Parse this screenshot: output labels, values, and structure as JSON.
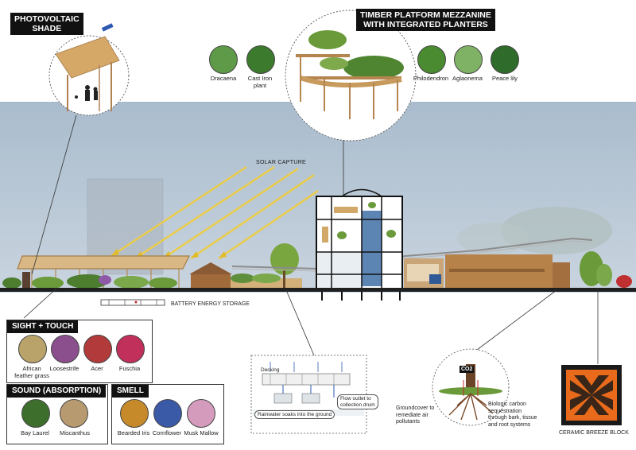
{
  "labels": {
    "photovoltaic_shade": "PHOTOVOLTAIC\nSHADE",
    "timber_platform": "TIMBER PLATFORM MEZZANINE\nWITH INTEGRATED PLANTERS",
    "solar_capture": "SOLAR CAPTURE",
    "battery_energy_storage": "BATTERY ENERGY STORAGE",
    "decking": "Decking",
    "flow_outlet": "Flow outlet to\ncollection drum",
    "rainwater": "Rainwater soaks into the ground",
    "groundcover": "Groundcover to\nremediate air\npollutants",
    "biologic_carbon": "Biologic carbon\nsequestration\nthrough bark, tissue\nand root systems",
    "co2": "CO2",
    "ceramic_block": "CERAMIC BREEZE BLOCK"
  },
  "mezzanine_plants": [
    "Dracaena",
    "Cast Iron\nplant",
    "Philodendron",
    "Aglaonema",
    "Peace lily"
  ],
  "sight_touch": {
    "title": "SIGHT + TOUCH",
    "plants": [
      "African\nfeather grass",
      "Loosestrife",
      "Acer",
      "Fuschia"
    ]
  },
  "sound": {
    "title": "SOUND (ABSORPTION)",
    "plants": [
      "Bay Laurel",
      "Miscanthus"
    ]
  },
  "smell": {
    "title": "SMELL",
    "plants": [
      "Bearded Iris",
      "Cornflower",
      "Musk Mallow"
    ]
  },
  "colors": {
    "sky": "#b7c6d5",
    "ground": "#1f1f1f",
    "timber": "#c9a26b",
    "foliage": "#5f8f3a",
    "accent_blue": "#3b6d9e",
    "solar_arrow": "#e8c73a",
    "brick_orange": "#e86a1a"
  }
}
